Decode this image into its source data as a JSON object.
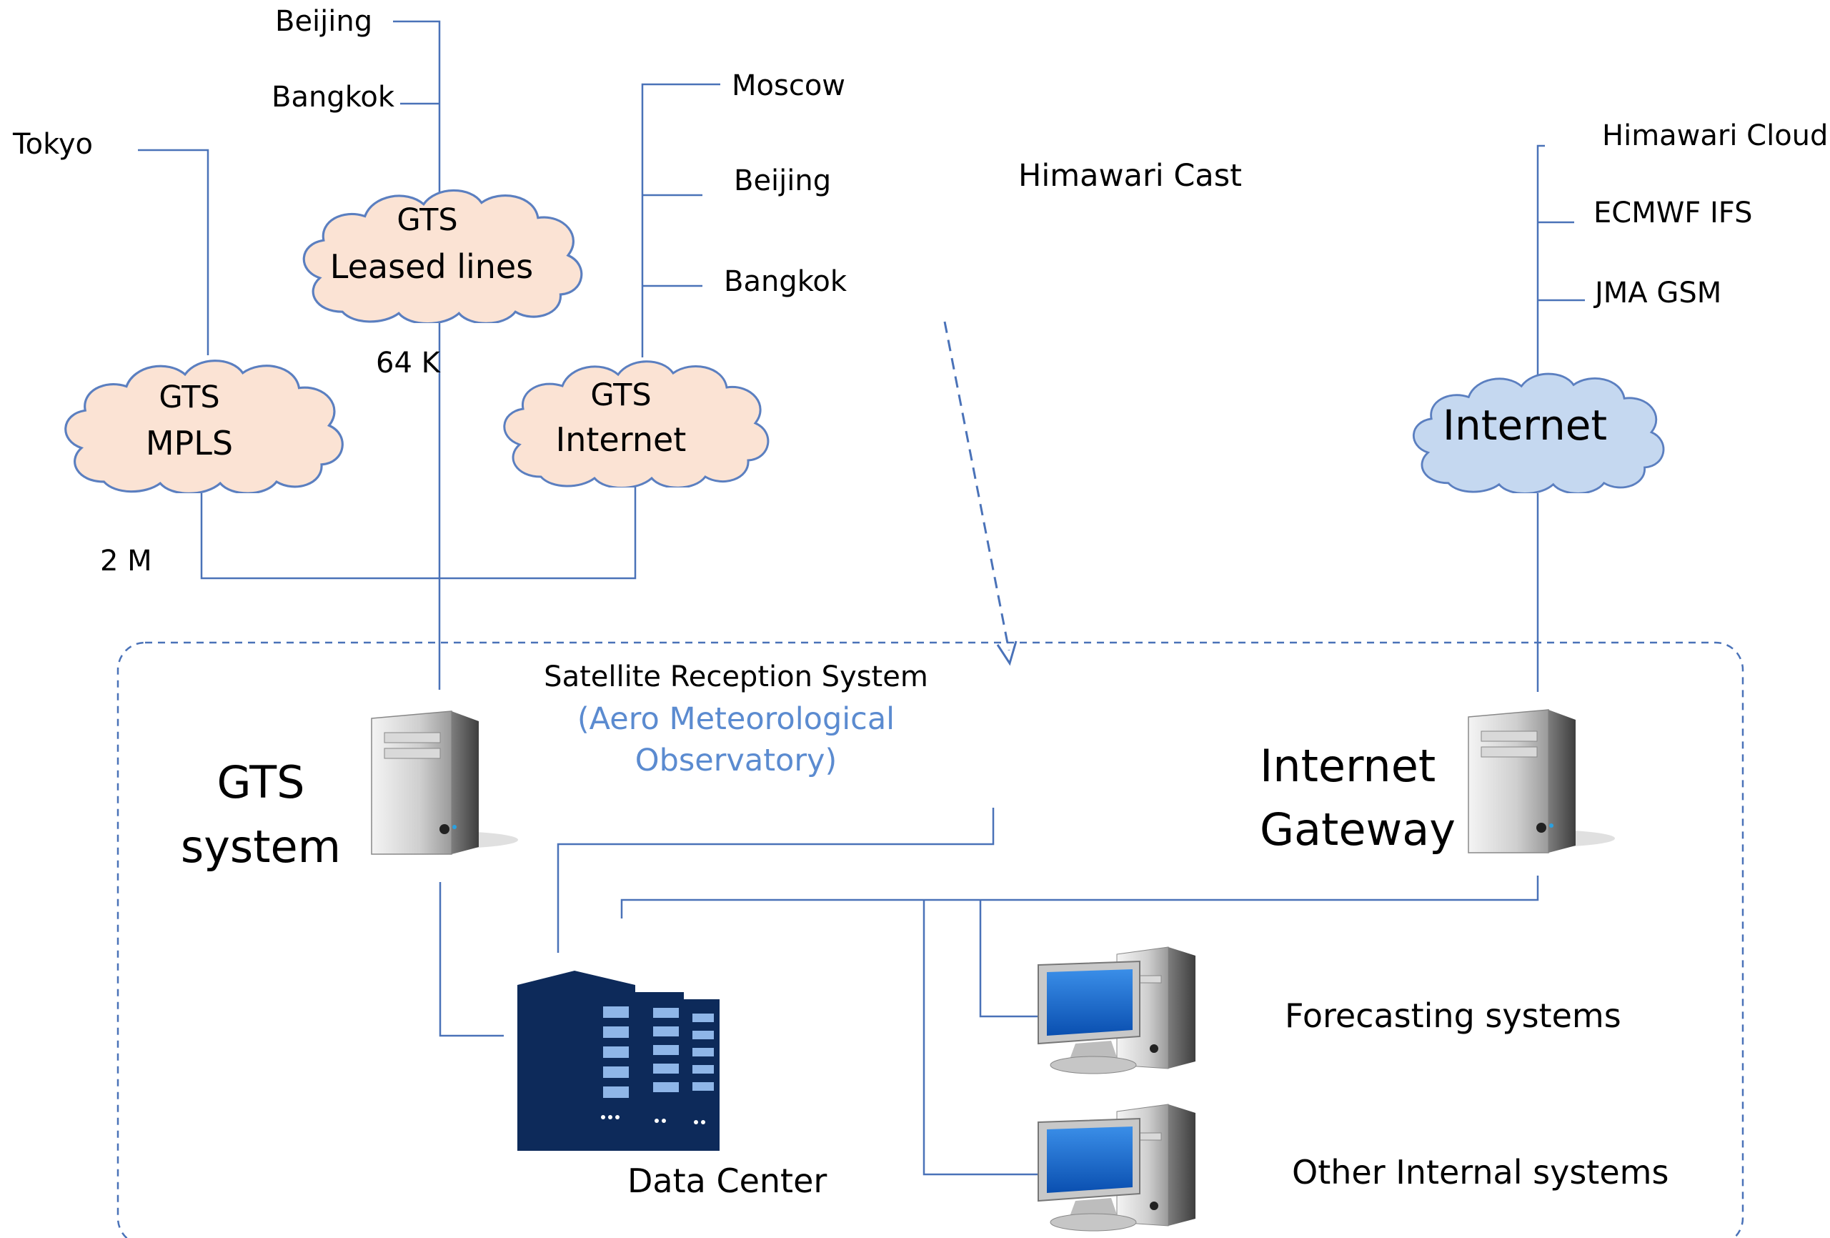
{
  "colors": {
    "line": "#4a72b8",
    "cloud_fill": "#fbe3d4",
    "cloud_stroke": "#5b7fc0",
    "internet_cloud_fill": "#c5d8f0",
    "datacenter_blue": "#0d2a5a",
    "sub_label_blue": "#5b8bd0"
  },
  "top_labels": {
    "tokyo": "Tokyo",
    "beijing_leased": "Beijing",
    "bangkok_leased": "Bangkok",
    "moscow": "Moscow",
    "beijing_internet": "Beijing",
    "bangkok_internet": "Bangkok",
    "himawari_cast": "Himawari Cast",
    "himawari_cloud": "Himawari Cloud",
    "ecmwf_ifs": "ECMWF IFS",
    "jma_gsm": "JMA GSM",
    "speed_64k": "64 K",
    "speed_2m": "2 M"
  },
  "clouds": {
    "gts_mpls": {
      "line1": "GTS",
      "line2": "MPLS"
    },
    "gts_leased": {
      "line1": "GTS",
      "line2": "Leased lines"
    },
    "gts_internet": {
      "line1": "GTS",
      "line2": "Internet"
    },
    "internet": {
      "label": "Internet"
    }
  },
  "systems": {
    "satellite_title": "Satellite Reception System",
    "satellite_sub1": "(Aero Meteorological",
    "satellite_sub2": "Observatory)",
    "gts_system_line1": "GTS",
    "gts_system_line2": "system",
    "internet_gateway_line1": "Internet",
    "internet_gateway_line2": "Gateway",
    "data_center": "Data Center",
    "forecasting": "Forecasting systems",
    "other_internal": "Other Internal systems"
  },
  "icons": {
    "gts_server": "server-tower-icon",
    "gateway_server": "server-tower-icon",
    "data_center": "server-rack-icon",
    "forecasting": "desktop-computer-icon",
    "other_internal": "desktop-computer-icon"
  }
}
